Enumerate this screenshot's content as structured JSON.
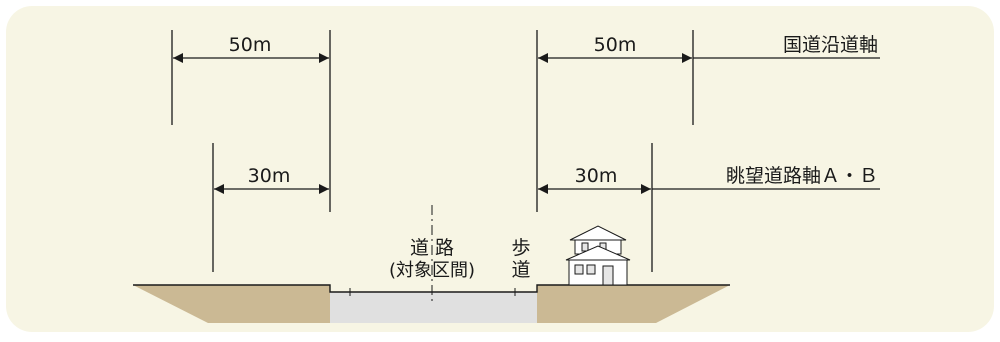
{
  "panel_bg": "#f7f5e4",
  "ground_color": "#cbb994",
  "road_color": "#e0e0e0",
  "line_color": "#1a1a1a",
  "dims": {
    "top_left": "50m",
    "top_right": "50m",
    "mid_left": "30m",
    "mid_right": "30m"
  },
  "labels": {
    "axis_national": "国道沿道軸",
    "axis_view": "眺望道路軸Ａ・Ｂ",
    "road_line1": "道 路",
    "road_line2": "(対象区間)",
    "sidewalk_char1": "歩",
    "sidewalk_char2": "道"
  }
}
